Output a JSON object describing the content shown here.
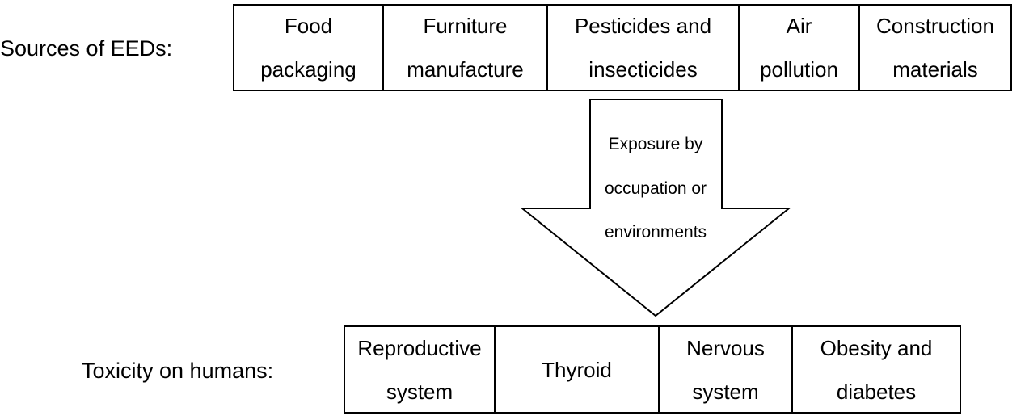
{
  "sources": {
    "label": "Sources of EEDs:",
    "items": [
      {
        "line1": "Food",
        "line2": "packaging"
      },
      {
        "line1": "Furniture",
        "line2": "manufacture"
      },
      {
        "line1": "Pesticides and",
        "line2": "insecticides"
      },
      {
        "line1": "Air",
        "line2": "pollution"
      },
      {
        "line1": "Construction",
        "line2": "materials"
      }
    ]
  },
  "arrow": {
    "lines": [
      "Exposure by",
      "occupation or",
      "environments"
    ]
  },
  "toxicity": {
    "label": "Toxicity on humans:",
    "items": [
      {
        "line1": "Reproductive",
        "line2": "system"
      },
      {
        "line1": "Thyroid",
        "line2": ""
      },
      {
        "line1": "Nervous",
        "line2": "system"
      },
      {
        "line1": "Obesity and",
        "line2": "diabetes"
      }
    ]
  }
}
